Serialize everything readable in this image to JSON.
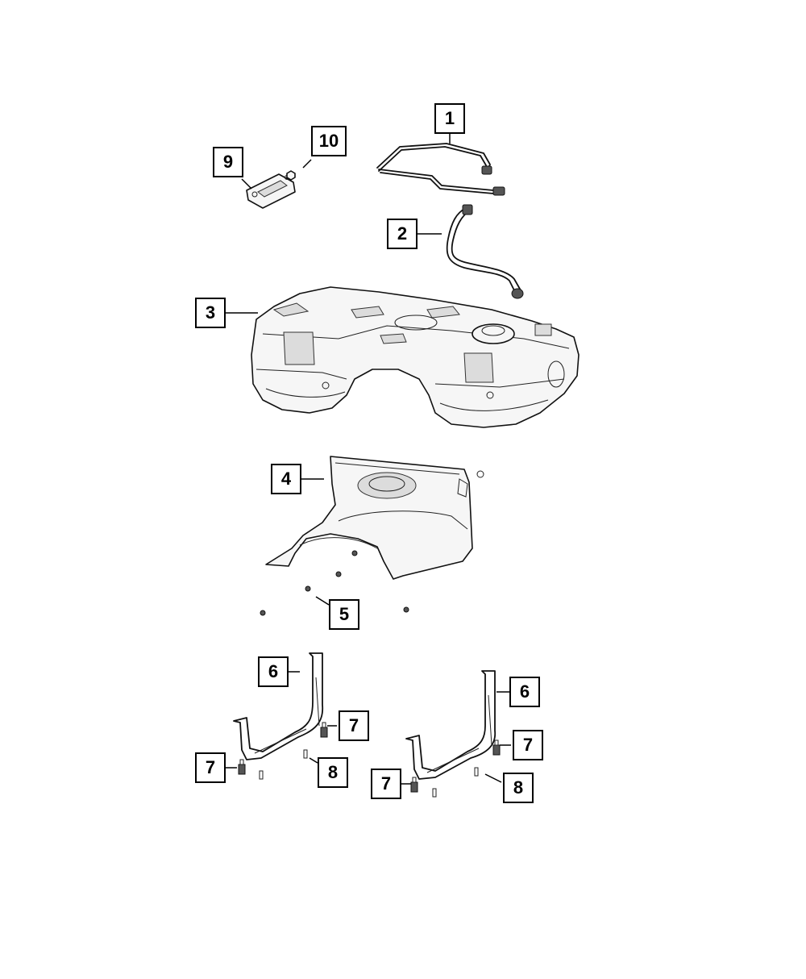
{
  "callouts": [
    {
      "id": "c1",
      "label": "1"
    },
    {
      "id": "c2",
      "label": "2"
    },
    {
      "id": "c3",
      "label": "3"
    },
    {
      "id": "c4",
      "label": "4"
    },
    {
      "id": "c5",
      "label": "5"
    },
    {
      "id": "c6a",
      "label": "6"
    },
    {
      "id": "c6b",
      "label": "6"
    },
    {
      "id": "c7a",
      "label": "7"
    },
    {
      "id": "c7b",
      "label": "7"
    },
    {
      "id": "c7c",
      "label": "7"
    },
    {
      "id": "c7d",
      "label": "7"
    },
    {
      "id": "c8a",
      "label": "8"
    },
    {
      "id": "c8b",
      "label": "8"
    },
    {
      "id": "c9",
      "label": "9"
    },
    {
      "id": "c10",
      "label": "10"
    }
  ]
}
